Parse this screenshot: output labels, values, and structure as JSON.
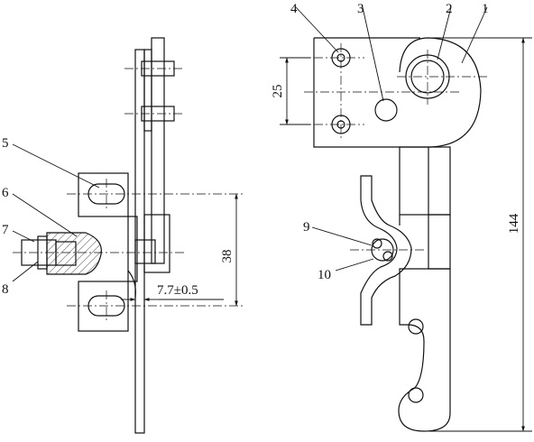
{
  "callouts": [
    "1",
    "2",
    "3",
    "4",
    "5",
    "6",
    "7",
    "8",
    "9",
    "10"
  ],
  "dimensions": {
    "d25": "25",
    "d38": "38",
    "d144": "144",
    "d77": "7.7±0.5"
  }
}
